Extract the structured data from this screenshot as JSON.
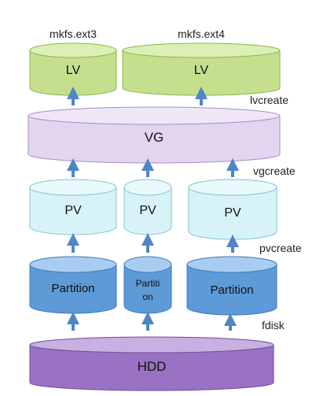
{
  "labels": {
    "mkfs_ext3": "mkfs.ext3",
    "mkfs_ext4": "mkfs.ext4",
    "lvcreate": "lvcreate",
    "vgcreate": "vgcreate",
    "pvcreate": "pvcreate",
    "fdisk": "fdisk"
  },
  "nodes": {
    "lv1": "LV",
    "lv2": "LV",
    "vg": "VG",
    "pv1": "PV",
    "pv2": "PV",
    "pv3": "PV",
    "part1": "Partition",
    "part2_line1": "Partiti",
    "part2_line2": "on",
    "part3": "Partition",
    "hdd": "HDD"
  },
  "colors": {
    "lv_fill": "#c4e08e",
    "lv_top": "#dcefb5",
    "lv_stroke": "#8ab54a",
    "vg_fill": "#e3d5f0",
    "vg_top": "#efe6f7",
    "vg_stroke": "#a68fc2",
    "pv_fill": "#d8f3f7",
    "pv_top": "#eaf9fb",
    "pv_stroke": "#7fc6d3",
    "part_fill": "#5e9ad8",
    "part_top": "#a9cdf1",
    "part_stroke": "#3f78b8",
    "hdd_fill": "#9a72c4",
    "hdd_top": "#c7b0e2",
    "hdd_stroke": "#6f4d97",
    "arrow": "#4f86c6"
  }
}
